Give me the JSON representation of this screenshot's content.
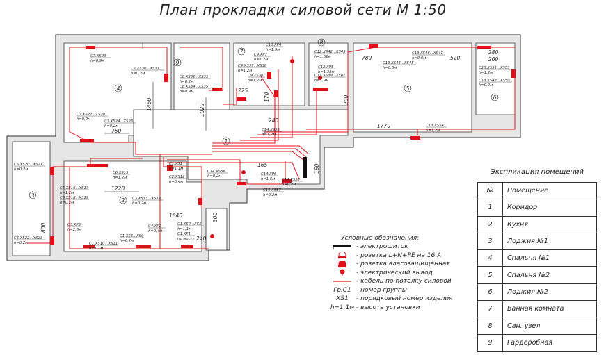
{
  "title": "План прокладки силовой сети М 1:50",
  "rooms": [
    {
      "num": "1"
    },
    {
      "num": "2"
    },
    {
      "num": "3"
    },
    {
      "num": "4"
    },
    {
      "num": "5"
    },
    {
      "num": "6"
    },
    {
      "num": "7"
    },
    {
      "num": "8"
    },
    {
      "num": "9"
    }
  ],
  "dims": [
    "1460",
    "1020",
    "750",
    "225",
    "170",
    "240",
    "200",
    "780",
    "520",
    "280",
    "200",
    "1770",
    "1220",
    "1840",
    "800",
    "300",
    "165",
    "160",
    "240"
  ],
  "tags": [
    {
      "a": "С7.XS29",
      "b": "h=0,9м"
    },
    {
      "a": "С7.XS30...XS31",
      "b": "h=0,2м"
    },
    {
      "a": "С8.XS32...XS33",
      "b": "h=0,2м"
    },
    {
      "a": "С8.XS34...XS35",
      "b": "h=0,9м"
    },
    {
      "a": "С7.XS27...XS28",
      "b": "h=0,9м"
    },
    {
      "a": "С7.XS24...XS26",
      "b": "h=0,2м"
    },
    {
      "a": "С9.XP7",
      "b": "h=1,2м"
    },
    {
      "a": "С9.XS37...XS38",
      "b": "h=1,2м"
    },
    {
      "a": "С9.XS36",
      "b": "h=1,2м"
    },
    {
      "a": "С10.XP4",
      "b": "h=1,9м"
    },
    {
      "a": "С12.XS42...XS43",
      "b": "h=1,32м"
    },
    {
      "a": "С12.XP5",
      "b": "h=1,33м"
    },
    {
      "a": "С11.XS39...XS41",
      "b": "h=1,9м"
    },
    {
      "a": "С13.XS44...XS45",
      "b": "h=0,6м"
    },
    {
      "a": "С13.XS46...XS47",
      "b": "h=0,6м"
    },
    {
      "a": "С13.XS51...XS53",
      "b": "h=1,2м"
    },
    {
      "a": "С13.XS48...XS50",
      "b": "h=0,2м"
    },
    {
      "a": "С14.XS55",
      "b": "h=1,2м"
    },
    {
      "a": "С13.XS54",
      "b": "h=1,2м"
    },
    {
      "a": "С6.XS20...XS21",
      "b": "h=0,2м"
    },
    {
      "a": "С6.XS15",
      "b": "h=1,2м"
    },
    {
      "a": "С6.XS16...XS17",
      "b": "h=1,2м"
    },
    {
      "a": "С6.XS18...XS19",
      "b": "h=0,2м"
    },
    {
      "a": "С1.XS1",
      "b": "h=1,1м"
    },
    {
      "a": "С2.XS12",
      "b": "h=0,4м"
    },
    {
      "a": "С14.XS56",
      "b": "h=0,2м"
    },
    {
      "a": "С14.XP6",
      "b": "h=1,5м"
    },
    {
      "a": "С14.XS58",
      "b": "h=0,2м"
    },
    {
      "a": "С14.XS57",
      "b": "h=0,2м"
    },
    {
      "a": "С3.XS13...XS14",
      "b": "h=0,2м"
    },
    {
      "a": "С5.XP3",
      "b": "h=2,3м"
    },
    {
      "a": "С1.XS10...XS11",
      "b": "h=1,1м"
    },
    {
      "a": "С1.XS6...XS9",
      "b": "h=0,2м"
    },
    {
      "a": "С4.XP2",
      "b": "h=0,4м"
    },
    {
      "a": "С1.XS2...XS5",
      "b": "h=1,1м"
    },
    {
      "a": "С1.XP1",
      "b": "по месту"
    },
    {
      "a": "С6.XS22...XS23",
      "b": "h=0,2м"
    }
  ],
  "legend": {
    "heading": "Условные обозначения:",
    "items": [
      {
        "sym": "",
        "text": "- электрощиток"
      },
      {
        "sym": "",
        "text": "- розетка L+N+PE на 16 А"
      },
      {
        "sym": "",
        "text": "- розетка влагозащищенная"
      },
      {
        "sym": "",
        "text": "- электрический вывод"
      },
      {
        "sym": "",
        "text": "- кабель по потолку силовой"
      },
      {
        "sym": "Гр.С1",
        "text": "- номер группы"
      },
      {
        "sym": "XS1",
        "text": "- порядковый номер изделия"
      },
      {
        "sym": "h=1,1м",
        "text": "- высота установки"
      }
    ]
  },
  "explication": {
    "title": "Экспликация помещений",
    "header": {
      "num": "№",
      "name": "Помещение"
    },
    "rows": [
      {
        "num": "1",
        "name": "Коридор"
      },
      {
        "num": "2",
        "name": "Кухня"
      },
      {
        "num": "3",
        "name": "Лоджия №1"
      },
      {
        "num": "4",
        "name": "Спальня №1"
      },
      {
        "num": "5",
        "name": "Спальня №2"
      },
      {
        "num": "6",
        "name": "Лоджия №2"
      },
      {
        "num": "7",
        "name": "Ванная комната"
      },
      {
        "num": "8",
        "name": "Сан. узел"
      },
      {
        "num": "9",
        "name": "Гардеробная"
      }
    ]
  },
  "colors": {
    "cable": "#e0101a",
    "ink": "#222222",
    "wall_fill": "#e6e6e6"
  }
}
